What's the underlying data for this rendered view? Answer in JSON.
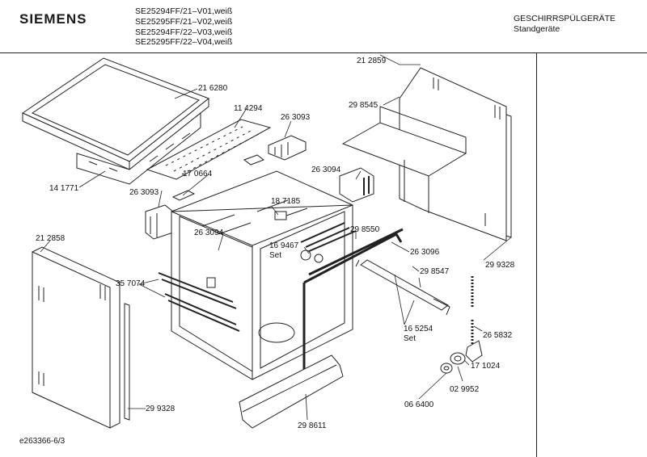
{
  "header": {
    "brand": "SIEMENS",
    "models": [
      "SE25294FF/21–V01,weiß",
      "SE25295FF/21–V02,weiß",
      "SE25294FF/22–V03,weiß",
      "SE25295FF/22–V04,weiß"
    ],
    "category_line1": "GESCHIRRSPÜLGERÄTE",
    "category_line2": "Standgeräte"
  },
  "parts": {
    "p216280": "21 6280",
    "p114294": "11 4294",
    "p263093a": "26 3093",
    "p212859": "21 2859",
    "p298545": "29 8545",
    "p141771": "14 1771",
    "p170664": "17 0664",
    "p263094a": "26 3094",
    "p263093b": "26 3093",
    "p187185": "18 7185",
    "p298550": "29 8550",
    "p212858": "21 2858",
    "p263094b": "26 3094",
    "p169467": "16 9467",
    "p169467_set": "Set",
    "p263096": "26 3096",
    "p299328a": "29 9328",
    "p357074": "35 7074",
    "p298547": "29 8547",
    "p165254": "16 5254",
    "p165254_set": "Set",
    "p265832": "26 5832",
    "p171024": "17 1024",
    "p029952": "02 9952",
    "p064400": "06 6400",
    "p299328b": "29 9328",
    "p298611": "29 8611"
  },
  "footer": {
    "doc_id": "e263366-6/3"
  }
}
